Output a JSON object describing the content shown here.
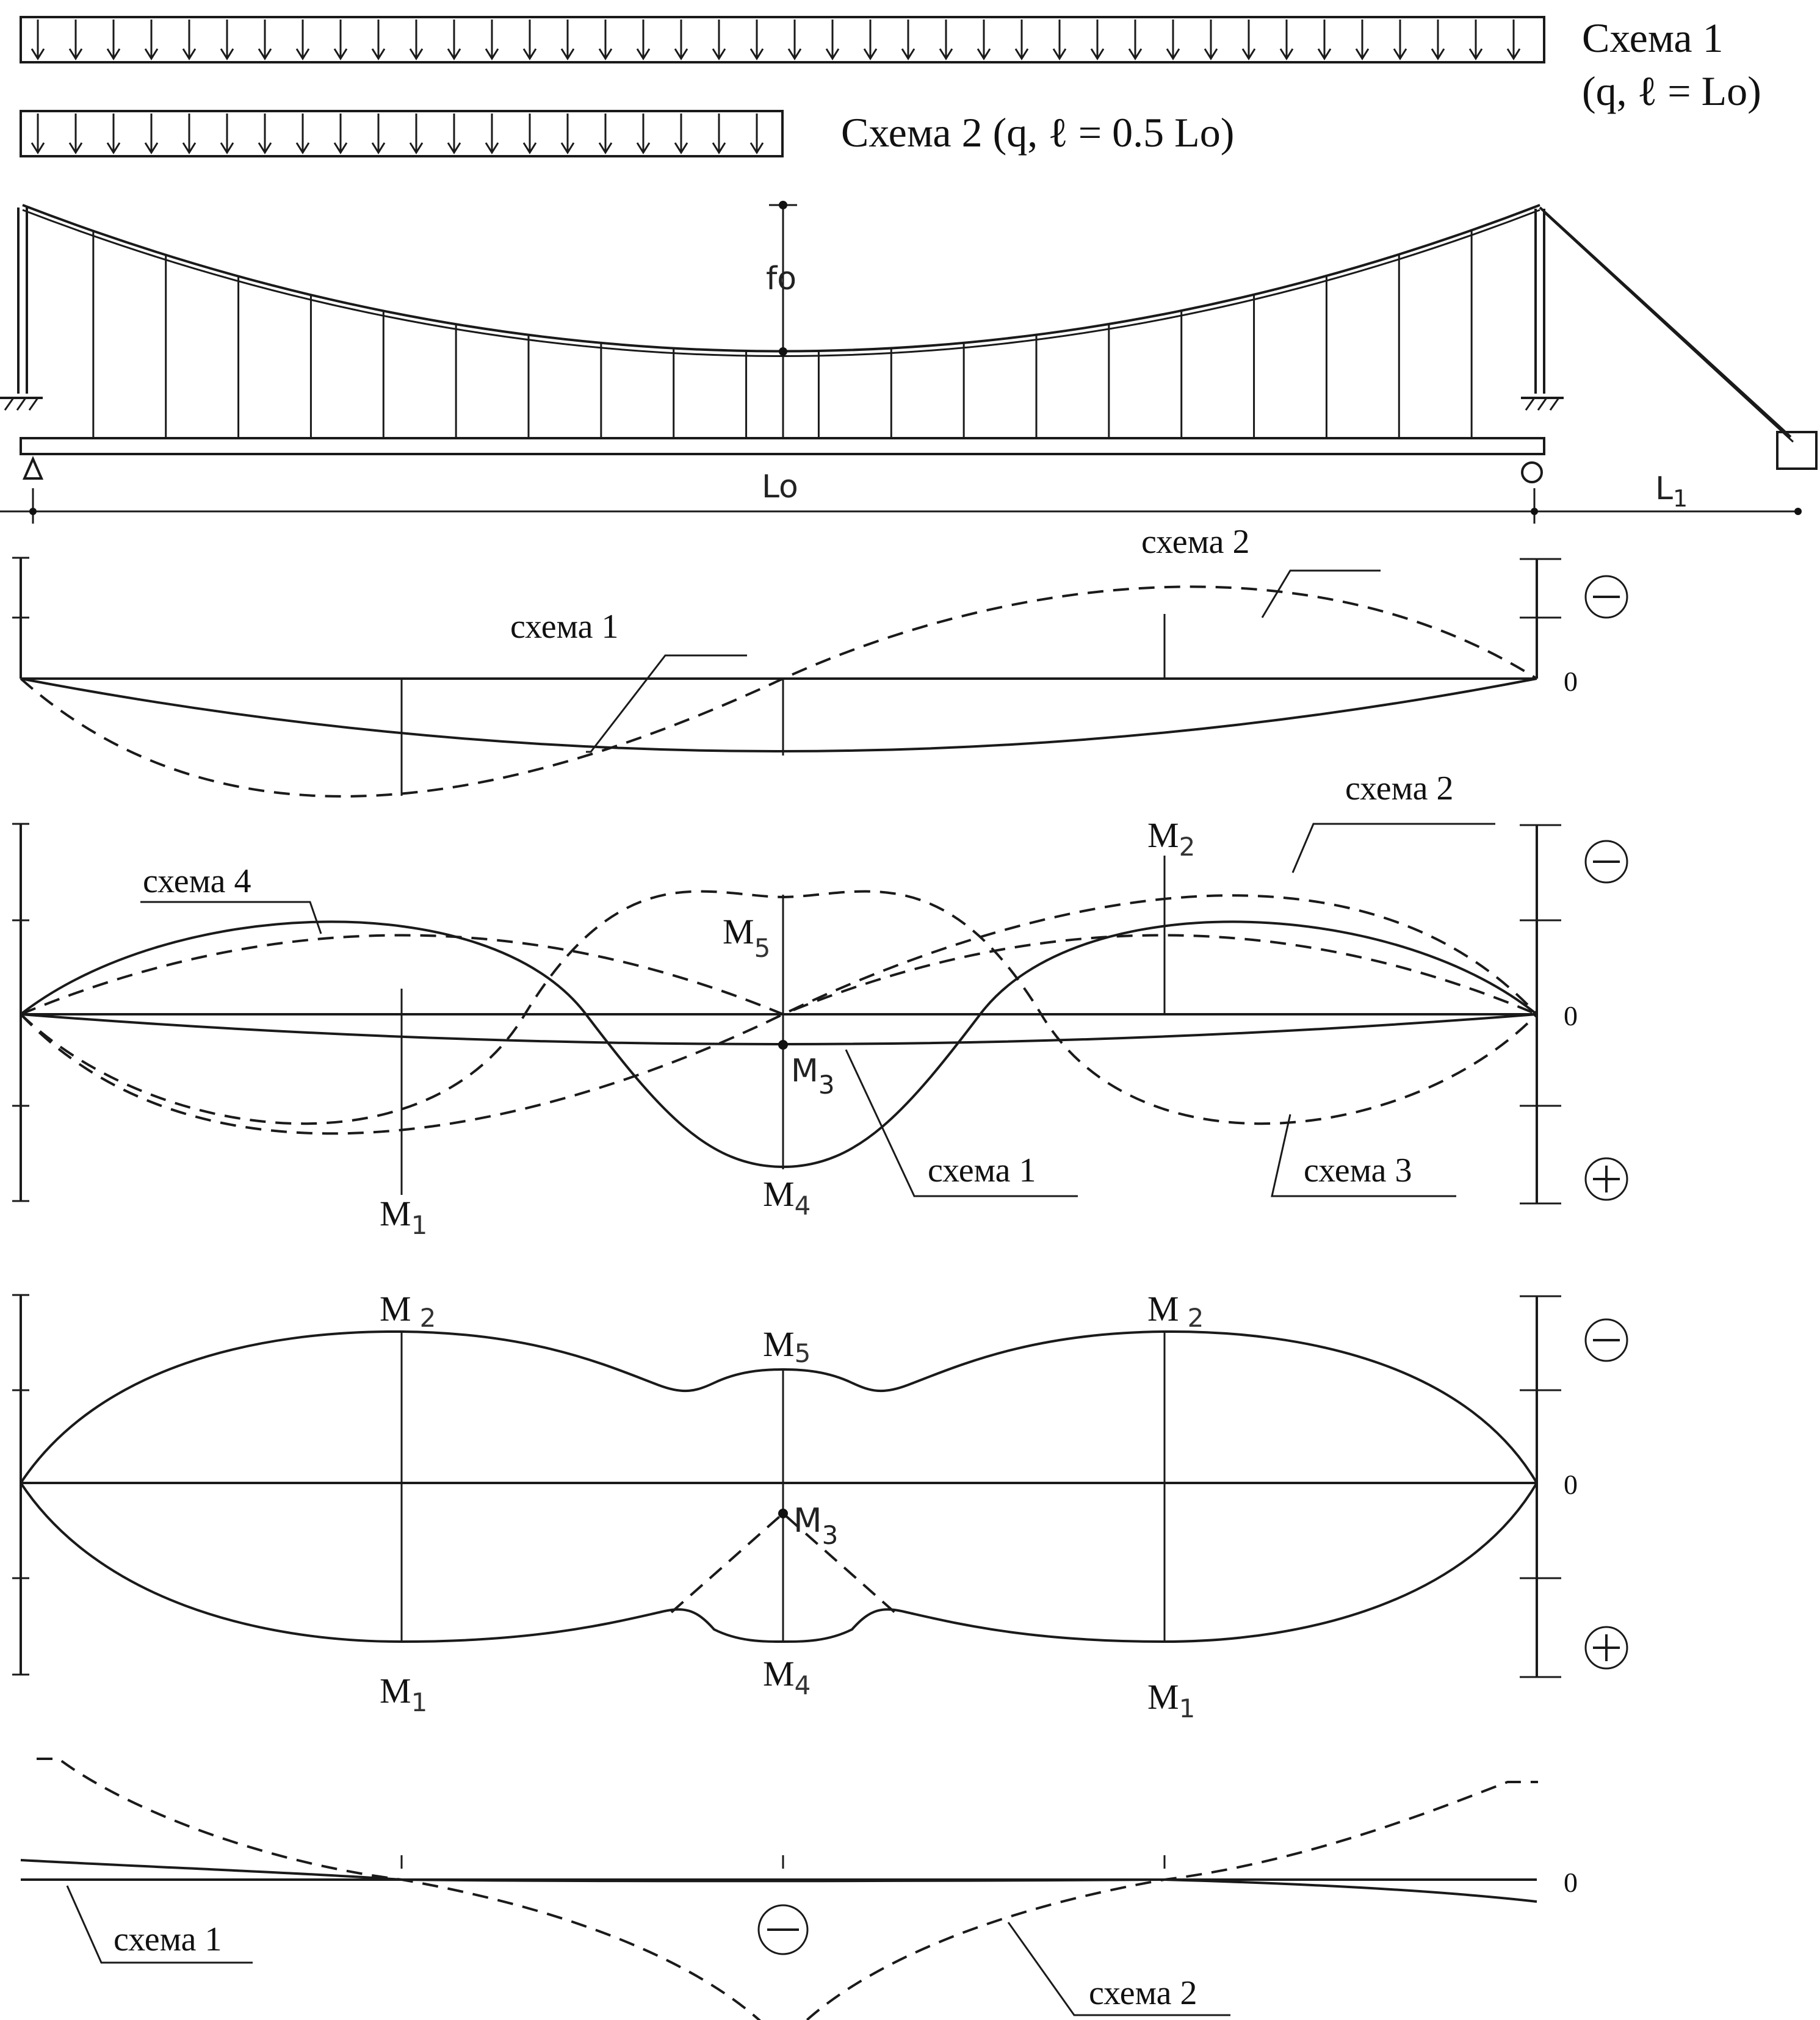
{
  "scheme_labels": {
    "scheme1_title": "Схема 1",
    "scheme1_params": "(q, ℓ = Lo)",
    "scheme2": "Схема 2  (q,  ℓ = 0.5 Lo)"
  },
  "bridge": {
    "sag": "fo",
    "span_main": "Lo",
    "span_side": "L",
    "span_side_sub": "1"
  },
  "diagram1": {
    "label_s1": "схема 1",
    "label_s2": "схема 2",
    "sign_top": "⊖",
    "zero": "0"
  },
  "diagram2": {
    "label_s1": "схема 1",
    "label_s2": "схема 2",
    "label_s3": "схема 3",
    "label_s4": "схема 4",
    "m1": "M",
    "m1_sub": "1",
    "m2": "M",
    "m2_sub": "2",
    "m3": "M",
    "m3_sub": "3",
    "m4": "M",
    "m4_sub": "4",
    "m5": "M",
    "m5_sub": "5",
    "sign_top": "⊖",
    "sign_bottom": "⊕",
    "zero": "0"
  },
  "diagram3": {
    "m": "M",
    "sub1": "1",
    "sub2": "2",
    "sub3": "3",
    "sub4": "4",
    "sub5": "5",
    "sign_top": "⊖",
    "sign_bottom": "⊕",
    "zero": "0"
  },
  "diagram4": {
    "label_s1": "схема 1",
    "label_s2": "схема 2",
    "sign_mid": "⊖",
    "zero": "0"
  }
}
